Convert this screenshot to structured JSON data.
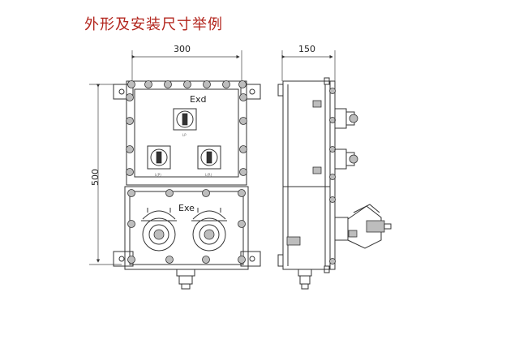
{
  "title": "外形及安装尺寸举例",
  "colors": {
    "title": "#b3261e",
    "line": "#333333"
  },
  "dimensions": {
    "width": "300",
    "depth": "150",
    "height": "500"
  },
  "labels": {
    "upper_section": "Exd",
    "lower_section": "Exe"
  },
  "switch_tags": [
    "LP",
    "L(P)",
    "L(R)"
  ]
}
